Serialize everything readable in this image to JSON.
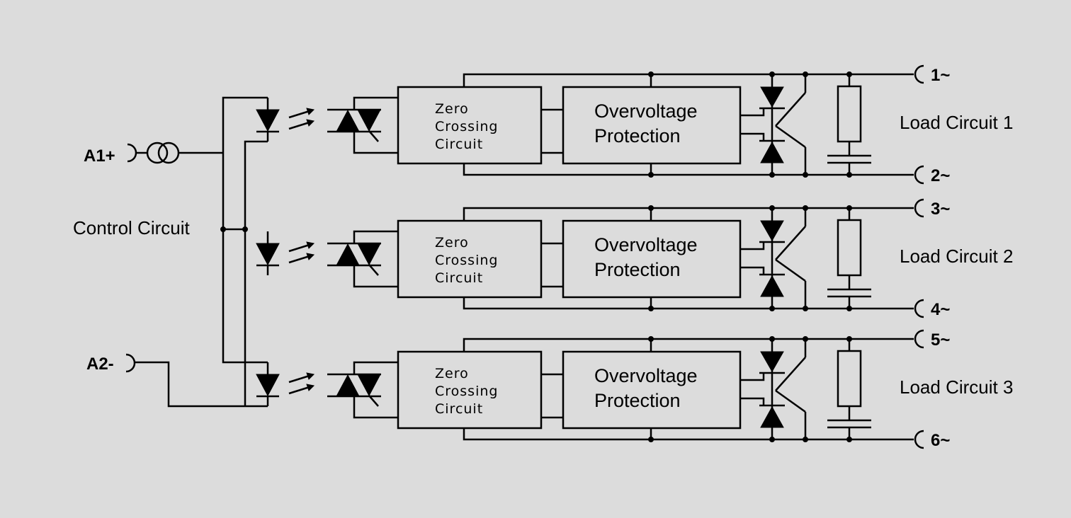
{
  "inputs": {
    "a1": "A1+",
    "a2": "A2-",
    "control_label": "Control Circuit"
  },
  "channels": [
    {
      "zero_crossing": [
        "Zero",
        "Crossing",
        "Circuit"
      ],
      "overvoltage": [
        "Overvoltage",
        "Protection"
      ],
      "load_label": "Load Circuit 1",
      "terminal_top": "1~",
      "terminal_bottom": "2~"
    },
    {
      "zero_crossing": [
        "Zero",
        "Crossing",
        "Circuit"
      ],
      "overvoltage": [
        "Overvoltage",
        "Protection"
      ],
      "load_label": "Load Circuit 2",
      "terminal_top": "3~",
      "terminal_bottom": "4~"
    },
    {
      "zero_crossing": [
        "Zero",
        "Crossing",
        "Circuit"
      ],
      "overvoltage": [
        "Overvoltage",
        "Protection"
      ],
      "load_label": "Load Circuit 3",
      "terminal_top": "5~",
      "terminal_bottom": "6~"
    }
  ],
  "colors": {
    "background": "#dcdcdc",
    "ink": "#000000"
  }
}
